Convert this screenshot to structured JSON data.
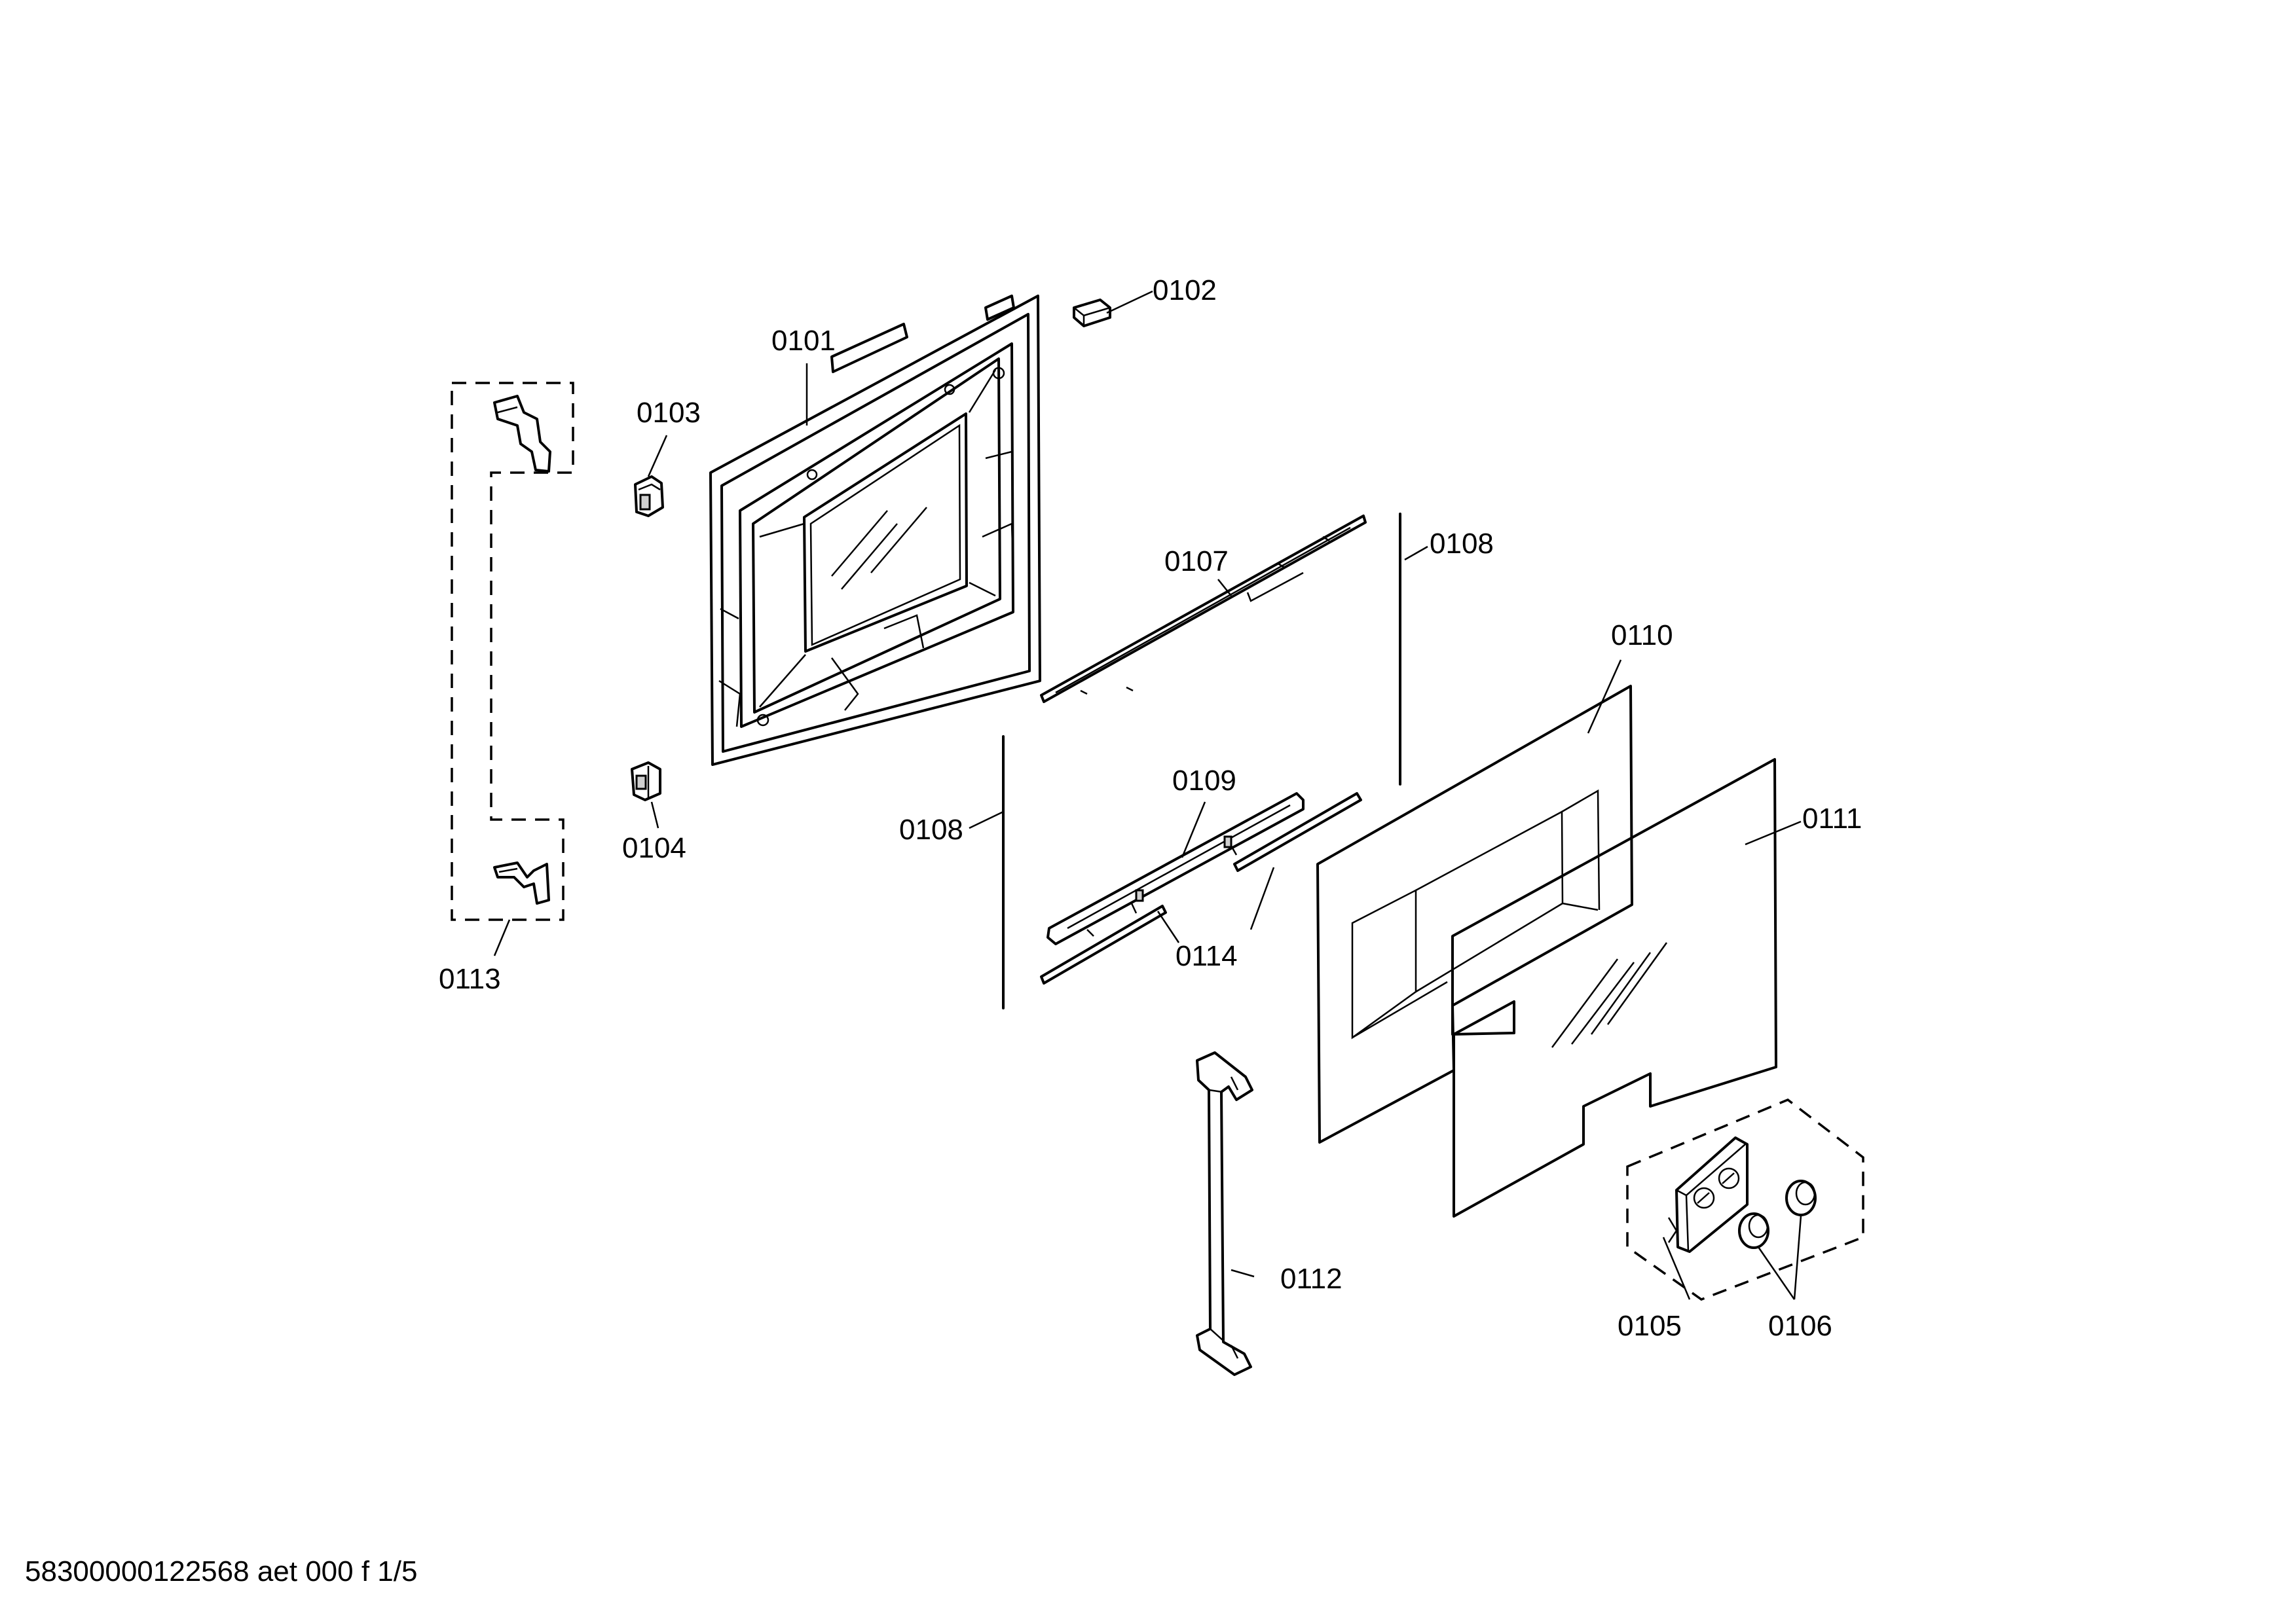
{
  "diagram": {
    "footer": "58300000122568 aet 000 f 1/5",
    "callouts": {
      "c0101": "0101",
      "c0102": "0102",
      "c0103": "0103",
      "c0104": "0104",
      "c0105": "0105",
      "c0106": "0106",
      "c0107": "0107",
      "c0108a": "0108",
      "c0108b": "0108",
      "c0109": "0109",
      "c0110": "0110",
      "c0111": "0111",
      "c0112": "0112",
      "c0113": "0113",
      "c0114": "0114"
    }
  }
}
